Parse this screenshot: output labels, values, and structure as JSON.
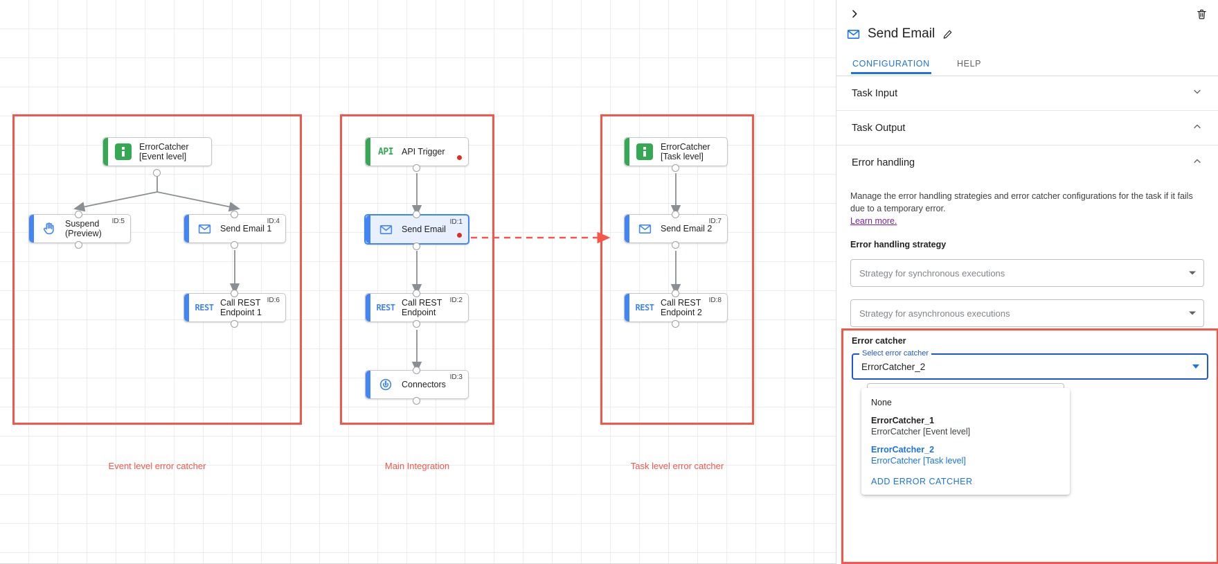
{
  "canvas": {
    "groups": [
      {
        "id": "event-level",
        "caption": "Event level error catcher"
      },
      {
        "id": "main-integration",
        "caption": "Main Integration"
      },
      {
        "id": "task-level",
        "caption": "Task level error catcher"
      }
    ],
    "nodes": [
      {
        "key": "errorcatcher_event",
        "label": "ErrorCatcher\n[Event level]",
        "icon": "error-catcher-icon",
        "accent": "green",
        "id_label": "",
        "error_dot": false,
        "selected": false
      },
      {
        "key": "suspend",
        "label": "Suspend\n(Preview)",
        "icon": "suspend-hand-icon",
        "accent": "blue",
        "id_label": "ID:5",
        "error_dot": false,
        "selected": false
      },
      {
        "key": "send_email_1",
        "label": "Send Email 1",
        "icon": "email-icon",
        "accent": "blue",
        "id_label": "ID:4",
        "error_dot": false,
        "selected": false
      },
      {
        "key": "call_rest_1",
        "label": "Call REST\nEndpoint 1",
        "icon": "rest-icon",
        "accent": "blue",
        "id_label": "ID:6",
        "error_dot": false,
        "selected": false
      },
      {
        "key": "api_trigger",
        "label": "API Trigger",
        "icon": "api-icon",
        "accent": "green",
        "id_label": "",
        "error_dot": true,
        "selected": false
      },
      {
        "key": "send_email",
        "label": "Send Email",
        "icon": "email-icon",
        "accent": "blue",
        "id_label": "ID:1",
        "error_dot": true,
        "selected": true
      },
      {
        "key": "call_rest",
        "label": "Call REST\nEndpoint",
        "icon": "rest-icon",
        "accent": "blue",
        "id_label": "ID:2",
        "error_dot": false,
        "selected": false
      },
      {
        "key": "connectors",
        "label": "Connectors",
        "icon": "connectors-icon",
        "accent": "blue",
        "id_label": "ID:3",
        "error_dot": false,
        "selected": false
      },
      {
        "key": "errorcatcher_task",
        "label": "ErrorCatcher\n[Task level]",
        "icon": "error-catcher-icon",
        "accent": "green",
        "id_label": "",
        "error_dot": false,
        "selected": false
      },
      {
        "key": "send_email_2",
        "label": "Send Email 2",
        "icon": "email-icon",
        "accent": "blue",
        "id_label": "ID:7",
        "error_dot": false,
        "selected": false
      },
      {
        "key": "call_rest_2",
        "label": "Call REST\nEndpoint 2",
        "icon": "rest-icon",
        "accent": "blue",
        "id_label": "ID:8",
        "error_dot": false,
        "selected": false
      }
    ],
    "icon_text": {
      "api": "API",
      "rest": "REST"
    }
  },
  "panel": {
    "title": "Send Email",
    "title_icon": "email-icon",
    "collapse_icon": "chevron-right-icon",
    "delete_icon": "trash-icon",
    "edit_icon": "pencil-icon",
    "tabs": [
      {
        "label": "CONFIGURATION",
        "active": true
      },
      {
        "label": "HELP",
        "active": false
      }
    ],
    "sections": [
      {
        "label": "Task Input",
        "state": "collapsed",
        "caret": "chevron-down-icon"
      },
      {
        "label": "Task Output",
        "state": "expanded",
        "caret": "chevron-up-icon"
      },
      {
        "label": "Error handling",
        "state": "expanded",
        "caret": "chevron-up-icon"
      }
    ],
    "error_handling": {
      "description": "Manage the error handling strategies and error catcher configurations for the task if it fails due to a temporary error.",
      "learn_more": "Learn more.",
      "strategy_label": "Error handling strategy",
      "sync_select_placeholder": "Strategy for synchronous executions",
      "async_select_placeholder": "Strategy for asynchronous executions"
    },
    "error_catcher": {
      "section_label": "Error catcher",
      "field_label": "Select error catcher",
      "value": "ErrorCatcher_2",
      "options": [
        {
          "primary": "None",
          "secondary": "",
          "selected": false
        },
        {
          "primary": "ErrorCatcher_1",
          "secondary": "ErrorCatcher [Event level]",
          "selected": false
        },
        {
          "primary": "ErrorCatcher_2",
          "secondary": "ErrorCatcher [Task level]",
          "selected": true
        }
      ],
      "add_label": "ADD ERROR CATCHER"
    }
  },
  "colors": {
    "accent_blue": "#1a73e8",
    "highlight_red": "#f4564a",
    "green": "#34a853",
    "error_red": "#d93025",
    "link_purple": "#7b1fa2"
  }
}
